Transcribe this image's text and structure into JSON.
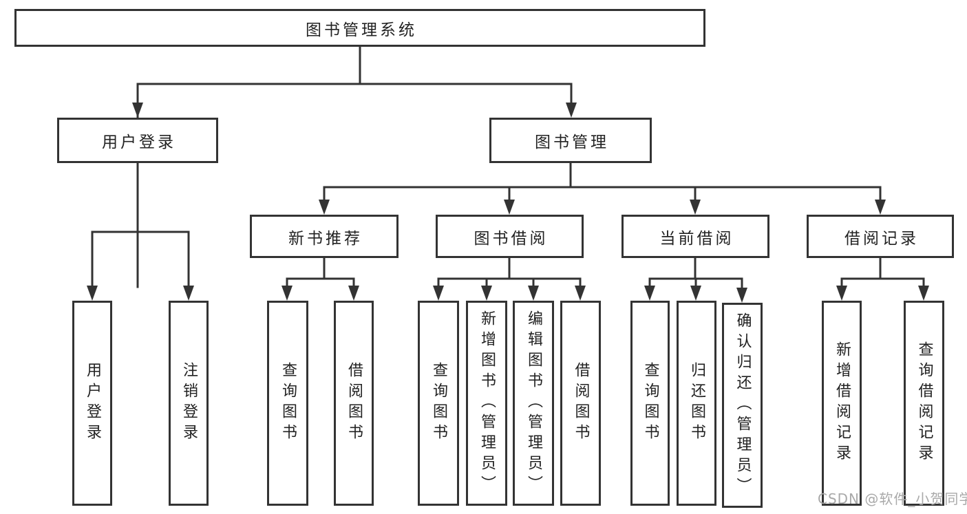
{
  "diagram": {
    "root": {
      "label": "图书管理系统"
    },
    "branches": [
      {
        "label": "用户登录",
        "children": [
          {
            "label": "用户登录"
          },
          {
            "label": "注销登录"
          }
        ]
      },
      {
        "label": "图书管理",
        "sections": [
          {
            "label": "新书推荐",
            "children": [
              {
                "label": "查询图书"
              },
              {
                "label": "借阅图书"
              }
            ]
          },
          {
            "label": "图书借阅",
            "children": [
              {
                "label": "查询图书"
              },
              {
                "label": "新增图书（管理员）"
              },
              {
                "label": "编辑图书（管理员）"
              },
              {
                "label": "借阅图书"
              }
            ]
          },
          {
            "label": "当前借阅",
            "children": [
              {
                "label": "查询图书"
              },
              {
                "label": "归还图书"
              },
              {
                "label": "确认归还（管理员）"
              }
            ]
          },
          {
            "label": "借阅记录",
            "children": [
              {
                "label": "新增借阅记录"
              },
              {
                "label": "查询借阅记录"
              }
            ]
          }
        ]
      }
    ]
  },
  "watermark": {
    "text": "CSDN @软件_小贺同学"
  },
  "colors": {
    "line": "#333333",
    "node_fill": "#ffffff",
    "node_text": "#222222",
    "watermark": "#a9a9a9",
    "background": "#ffffff"
  }
}
